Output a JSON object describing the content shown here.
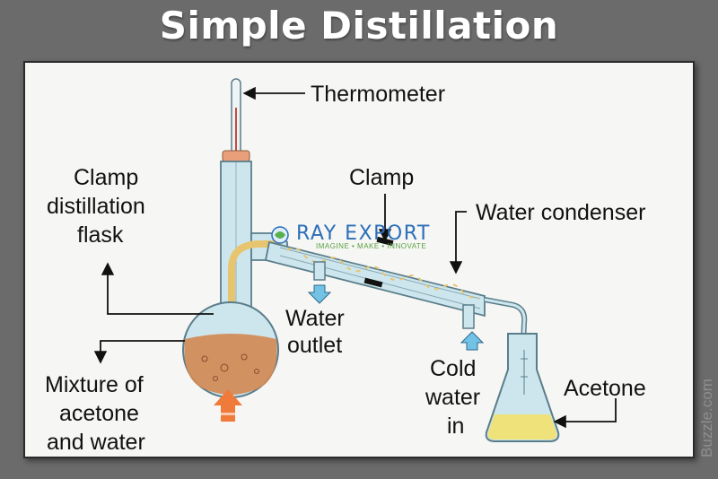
{
  "title": "Simple Distillation",
  "labels": {
    "thermometer": "Thermometer",
    "clamp_flask": [
      "Clamp",
      "distillation",
      "flask"
    ],
    "clamp": "Clamp",
    "water_condenser": "Water condenser",
    "water_outlet": [
      "Water",
      "outlet"
    ],
    "cold_water_in": [
      "Cold",
      "water",
      "in"
    ],
    "acetone": "Acetone",
    "mixture": [
      "Mixture of",
      "acetone",
      "and water"
    ]
  },
  "logo": {
    "name": "RAY EXPORT",
    "tagline": "IMAGINE • MAKE • INNOVATE"
  },
  "watermark": "Buzzle.com",
  "colors": {
    "glass": "#cde6ee",
    "glass_outline": "#5a7d8a",
    "mixture": "#d38a55",
    "acetone": "#efe27a",
    "vapor_tube": "#e7c56e",
    "flame": "#f07a3a",
    "water_arrow": "#72c2e6"
  }
}
